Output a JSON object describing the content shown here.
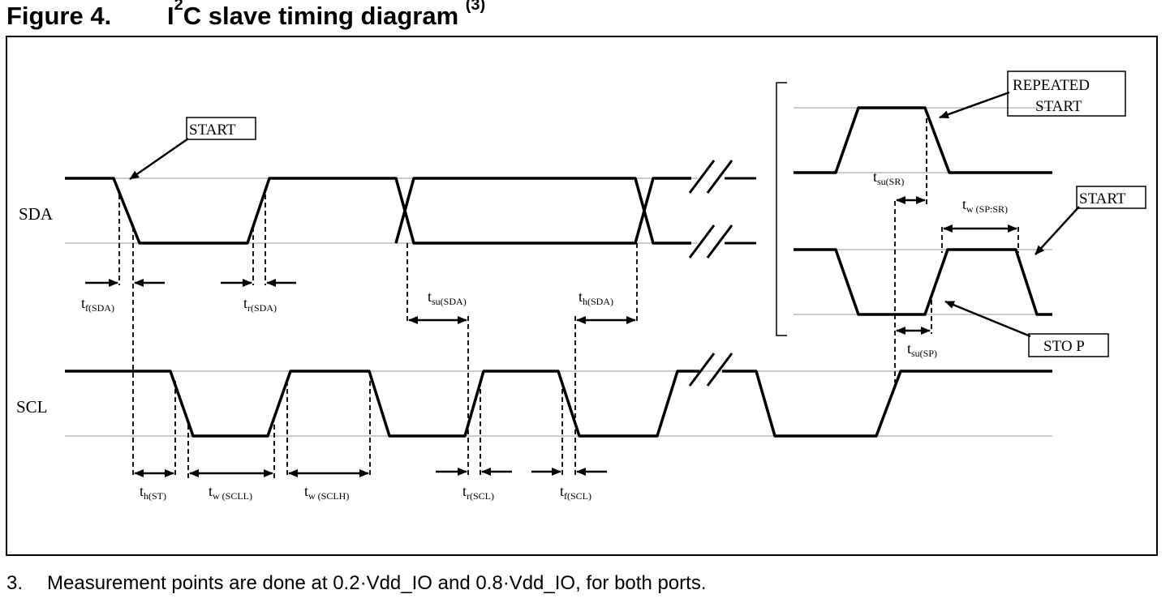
{
  "figure": {
    "number": "Figure 4.",
    "title_prefix": "I",
    "title_sup": "2",
    "title_rest": "C slave timing diagram",
    "title_note": "(3)"
  },
  "signals": {
    "sda": "SDA",
    "scl": "SCL"
  },
  "callouts": {
    "start_left": "START",
    "repeated_start_line1": "REPEATED",
    "repeated_start_line2": "START",
    "start_right": "START",
    "stop": "STO P"
  },
  "timings": {
    "tf_sda": {
      "t": "t",
      "sub": "f(SDA)"
    },
    "tr_sda": {
      "t": "t",
      "sub": "r(SDA)"
    },
    "tsu_sda": {
      "t": "t",
      "sub": "su(SDA)"
    },
    "th_sda": {
      "t": "t",
      "sub": "h(SDA)"
    },
    "th_st": {
      "t": "t",
      "sub": "h(ST)"
    },
    "tw_scll": {
      "t": "t",
      "sub": "w (SCLL)"
    },
    "tw_sclh": {
      "t": "t",
      "sub": "w (SCLH)"
    },
    "tr_scl": {
      "t": "t",
      "sub": "r(SCL)"
    },
    "tf_scl": {
      "t": "t",
      "sub": "f(SCL)"
    },
    "tsu_sr": {
      "t": "t",
      "sub": "su(SR)"
    },
    "tw_sp_sr": {
      "t": "t",
      "sub": "w (SP:SR)"
    },
    "tsu_sp": {
      "t": "t",
      "sub": "su(SP)"
    }
  },
  "footnote": {
    "number": "3.",
    "text": "Measurement points are done at 0.2·Vdd_IO and 0.8·Vdd_IO, for both ports."
  }
}
